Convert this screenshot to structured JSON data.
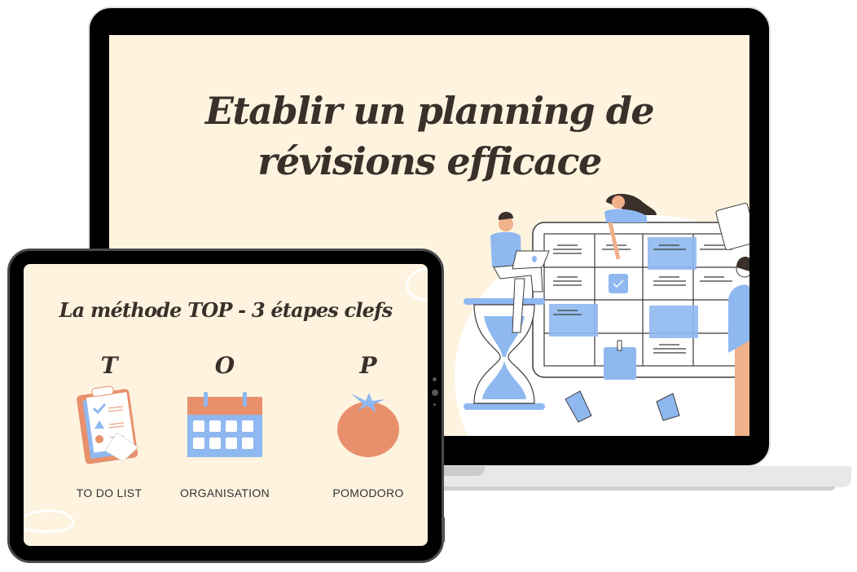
{
  "laptop": {
    "slide_title_line1": "Etablir un planning de",
    "slide_title_line2": "révisions efficace",
    "illustration": "calendar-planning-illustration"
  },
  "tablet": {
    "slide_title": "La méthode TOP - 3 étapes clefs",
    "steps": [
      {
        "letter": "T",
        "label": "TO DO LIST",
        "icon": "clipboard-checklist-icon"
      },
      {
        "letter": "O",
        "label": "ORGANISATION",
        "icon": "calendar-icon"
      },
      {
        "letter": "P",
        "label": "POMODORO",
        "icon": "tomato-icon"
      }
    ]
  },
  "colors": {
    "slide_bg": "#fdf3df",
    "text_dark": "#3b2f2a",
    "accent_blue": "#8fb8f0",
    "accent_orange": "#e8906c",
    "skin": "#f0b08a"
  }
}
